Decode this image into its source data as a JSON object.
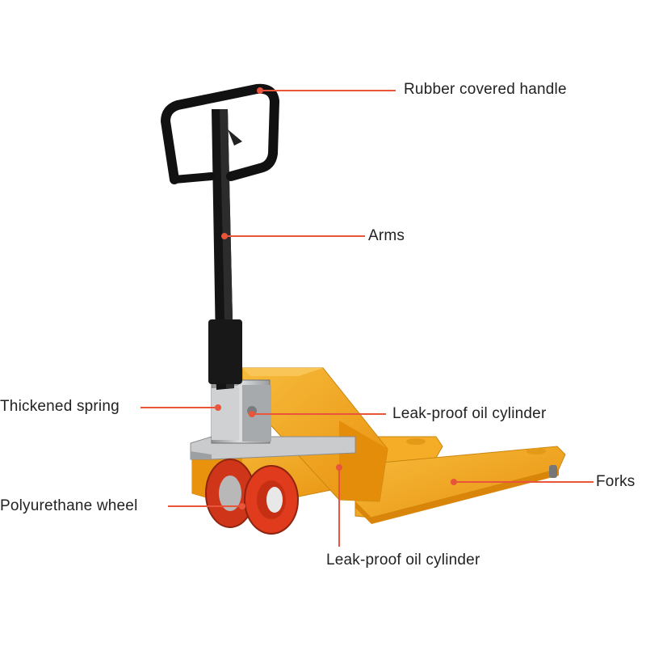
{
  "labels": {
    "handle": "Rubber covered handle",
    "arms": "Arms",
    "spring": "Thickened spring",
    "cylinder_upper": "Leak-proof oil cylinder",
    "forks": "Forks",
    "wheel": "Polyurethane wheel",
    "cylinder_lower": "Leak-proof oil cylinder"
  },
  "colors": {
    "leader": "#e8553a",
    "body": "#f2a51c",
    "handle": "#111111",
    "wheel": "#d93a1e",
    "steel": "#b9bcbf"
  }
}
